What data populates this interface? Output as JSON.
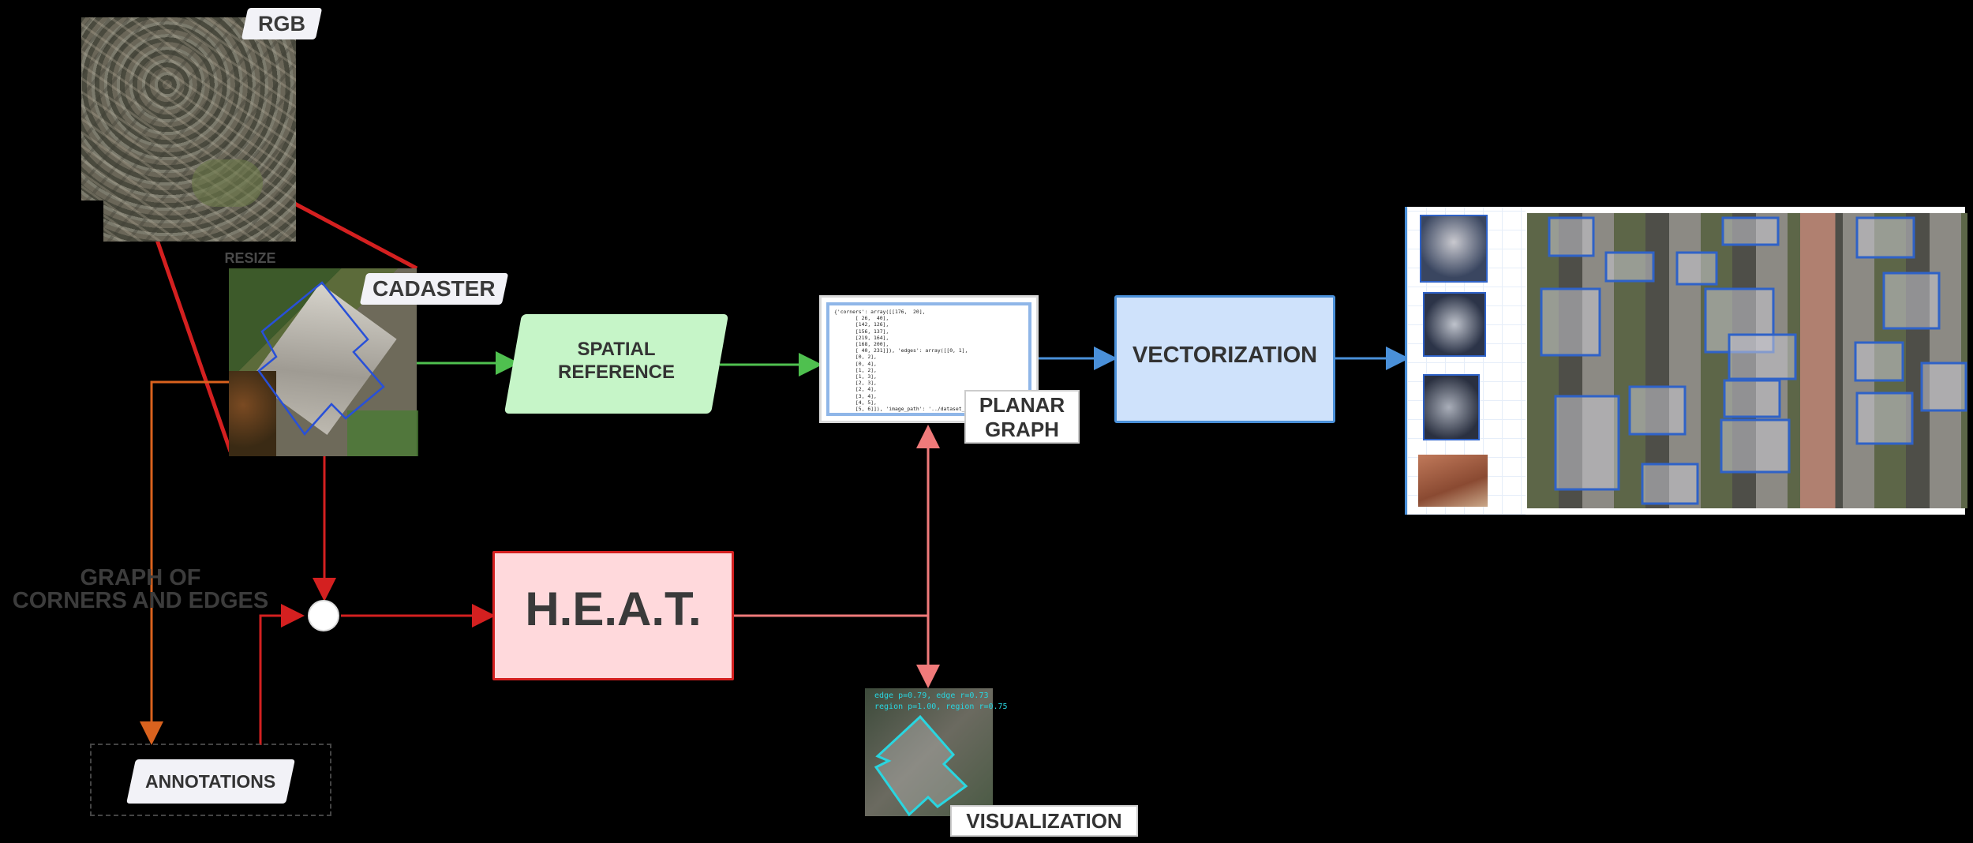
{
  "labels": {
    "rgb": "RGB",
    "resize": "RESIZE",
    "cadaster": "CADASTER",
    "spatial_reference_line1": "SPATIAL",
    "spatial_reference_line2": "REFERENCE",
    "planar_graph_line1": "PLANAR",
    "planar_graph_line2": "GRAPH",
    "vectorization": "VECTORIZATION",
    "heat": "H.E.A.T.",
    "graph_of_line1": "GRAPH OF",
    "graph_of_line2": "CORNERS AND EDGES",
    "annotations": "ANNOTATIONS",
    "visualization": "VISUALIZATION"
  },
  "planar_graph_code": [
    "{'corners': array([[176,  20],",
    "       [ 26,  40],",
    "       [142, 126],",
    "       [156, 137],",
    "       [219, 164],",
    "       [168, 200],",
    "       [ 40, 231]]), 'edges': array([[0, 1],",
    "       [0, 2],",
    "       [0, 4],",
    "       [1, 2],",
    "       [1, 3],",
    "       [2, 3],",
    "       [2, 4],",
    "       [3, 4],",
    "       [4, 5],",
    "       [5, 6]]), 'image_path': '../dataset_outdo"
  ],
  "visualization_overlay": {
    "line1": "edge p=0.79, edge r=0.73",
    "line2": "region p=1.00, region r=0.75"
  },
  "colors": {
    "red_arrow": "#d42020",
    "orange_arrow": "#d9621e",
    "green_arrow": "#4fc04f",
    "blue_arrow": "#4a90d9",
    "pink_arrow": "#f07a7a",
    "spatial_fill": "#c6f5c8",
    "vectorization_fill": "#cfe2fb",
    "heat_fill": "#ffd9dc"
  }
}
